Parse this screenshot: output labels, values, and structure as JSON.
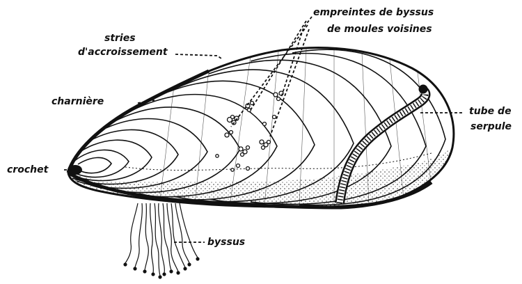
{
  "diagram": {
    "labels": {
      "empreintes_line1": "empreintes de byssus",
      "empreintes_line2": "de moules voisines",
      "stries_line1": "stries",
      "stries_line2": "d'accroissement",
      "charniere": "charnière",
      "crochet": "crochet",
      "tube_line1": "tube de",
      "tube_line2": "serpule",
      "byssus": "byssus"
    },
    "colors": {
      "ink": "#111111",
      "background": "#ffffff"
    }
  }
}
